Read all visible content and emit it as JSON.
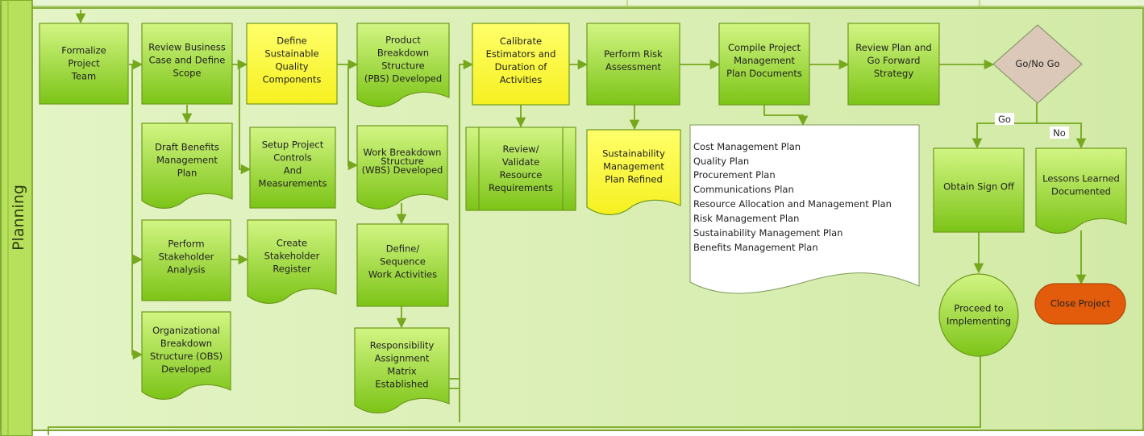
{
  "lane": {
    "label": "Planning"
  },
  "nodes": [
    {
      "id": "formalize",
      "shape": "process",
      "fill": "green",
      "lines": [
        "Formalize",
        "Project",
        "Team"
      ]
    },
    {
      "id": "review-bc",
      "shape": "process",
      "fill": "green",
      "lines": [
        "Review Business",
        "Case and Define",
        "Scope"
      ]
    },
    {
      "id": "draft-benefits",
      "shape": "document",
      "fill": "green",
      "lines": [
        "Draft Benefits",
        "Management",
        "Plan"
      ]
    },
    {
      "id": "stakeholder-analysis",
      "shape": "process",
      "fill": "green",
      "lines": [
        "Perform",
        "Stakeholder",
        "Analysis"
      ]
    },
    {
      "id": "obs",
      "shape": "document",
      "fill": "green",
      "lines": [
        "Organizational",
        "Breakdown",
        "Structure (OBS)",
        "Developed"
      ]
    },
    {
      "id": "sustainable",
      "shape": "process",
      "fill": "yellow",
      "lines": [
        "Define",
        "Sustainable",
        "Quality",
        "Components"
      ]
    },
    {
      "id": "setup-controls",
      "shape": "process",
      "fill": "green",
      "lines": [
        "Setup Project",
        "Controls",
        "And",
        "Measurements"
      ]
    },
    {
      "id": "stakeholder-register",
      "shape": "document",
      "fill": "green",
      "lines": [
        "Create",
        "Stakeholder",
        "Register"
      ]
    },
    {
      "id": "pbs",
      "shape": "document",
      "fill": "green",
      "lines": [
        "Product",
        "Breakdown",
        "Structure",
        "(PBS) Developed"
      ]
    },
    {
      "id": "wbs",
      "shape": "document",
      "fill": "green",
      "small": true,
      "lines": [
        "Work Breakdown",
        "Structure",
        "(WBS) Developed"
      ]
    },
    {
      "id": "sequence",
      "shape": "process",
      "fill": "green",
      "lines": [
        "Define/",
        "Sequence",
        "Work Activities"
      ]
    },
    {
      "id": "ram",
      "shape": "document",
      "fill": "green",
      "lines": [
        "Responsibility",
        "Assignment",
        "Matrix",
        "Established"
      ]
    },
    {
      "id": "calibrate",
      "shape": "process",
      "fill": "yellow",
      "lines": [
        "Calibrate",
        "Estimators and",
        "Duration of",
        "Activities"
      ]
    },
    {
      "id": "validate",
      "shape": "subprocess",
      "fill": "green",
      "lines": [
        "Review/",
        "Validate",
        "Resource",
        "Requirements"
      ]
    },
    {
      "id": "risk",
      "shape": "process",
      "fill": "green",
      "lines": [
        "Perform Risk",
        "Assessment"
      ]
    },
    {
      "id": "sust-refined",
      "shape": "document",
      "fill": "yellow",
      "lines": [
        "Sustainability",
        "Management",
        "Plan Refined"
      ]
    },
    {
      "id": "compile",
      "shape": "process",
      "fill": "green",
      "lines": [
        "Compile Project",
        "Management",
        "Plan Documents"
      ]
    },
    {
      "id": "review-plan",
      "shape": "process",
      "fill": "green",
      "lines": [
        "Review Plan and",
        "Go Forward",
        "Strategy"
      ]
    },
    {
      "id": "gonogo",
      "shape": "decision",
      "fill": "tan",
      "lines": [
        "Go/No Go"
      ]
    },
    {
      "id": "signoff",
      "shape": "process",
      "fill": "green",
      "lines": [
        "Obtain Sign Off"
      ]
    },
    {
      "id": "lessons",
      "shape": "document",
      "fill": "green",
      "lines": [
        "Lessons Learned",
        "Documented"
      ]
    },
    {
      "id": "proceed",
      "shape": "circle",
      "fill": "green",
      "lines": [
        "Proceed to",
        "Implementing"
      ]
    },
    {
      "id": "close",
      "shape": "terminator",
      "fill": "orange",
      "lines": [
        "Close Project"
      ]
    }
  ],
  "plan_list": [
    "Cost Management Plan",
    "Quality Plan",
    "Procurement Plan",
    "Communications Plan",
    "Resource Allocation and  Management Plan",
    "Risk Management Plan",
    "Sustainability Management Plan",
    "Benefits Management Plan"
  ],
  "edge_labels": {
    "go": "Go",
    "no": "No"
  },
  "colors": {
    "lane_bg": "#d8edb2",
    "lane_header": "#b7e05c",
    "lane_border": "#6f9a1d",
    "green_top": "#cdf27a",
    "green_bottom": "#7cc417",
    "yellow": "#ffff33",
    "tan": "#dcc8b8",
    "orange": "#e25c0c",
    "edge": "#76a81e"
  }
}
